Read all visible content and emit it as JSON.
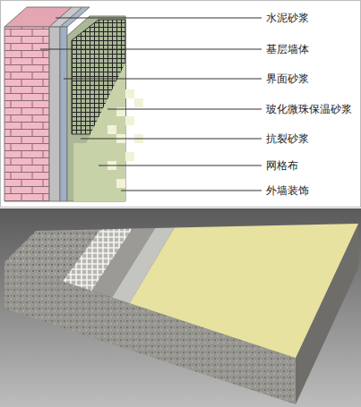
{
  "diagram": {
    "labels": [
      "水泥砂浆",
      "基层墙体",
      "界面砂浆",
      "玻化微珠保温砂浆",
      "抗裂砂浆",
      "网格布",
      "外墙装饰"
    ]
  }
}
